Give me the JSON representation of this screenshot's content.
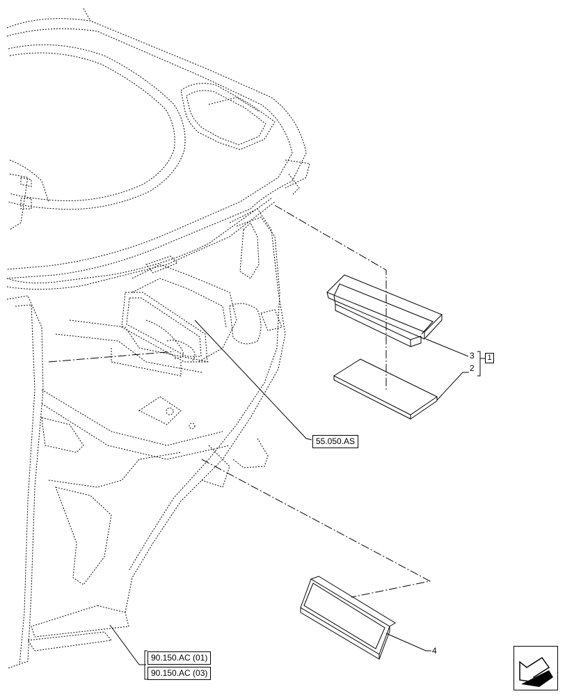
{
  "references": {
    "assembly": "55.050.AS",
    "ref_1": "90.150.AC (01)",
    "ref_2": "90.150.AC (03)"
  },
  "callouts": {
    "item_1": "1",
    "item_2": "2",
    "item_3": "3",
    "item_4": "4"
  },
  "icons": {
    "nav": "next-page-arrow-icon"
  },
  "colors": {
    "line": "#000000",
    "background": "#ffffff"
  }
}
